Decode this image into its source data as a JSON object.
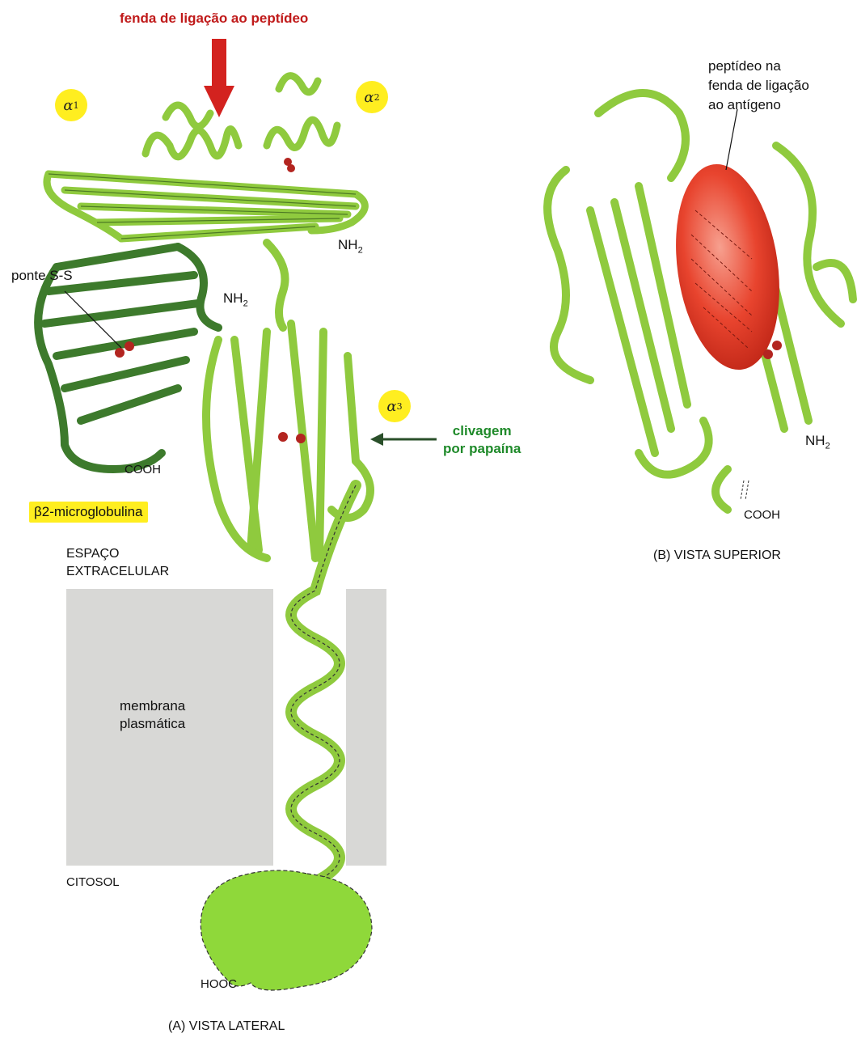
{
  "title_arrow": "fenda de ligação ao peptídeo",
  "domains": {
    "a1": {
      "base": "α",
      "sub": "1"
    },
    "a2": {
      "base": "α",
      "sub": "2"
    },
    "a3": {
      "base": "α",
      "sub": "3"
    }
  },
  "labels": {
    "nh2_a2": {
      "base": "NH",
      "sub": "2"
    },
    "nh2_b2m": {
      "base": "NH",
      "sub": "2"
    },
    "nh2_top": {
      "base": "NH",
      "sub": "2"
    },
    "ponte": "ponte S-S",
    "cooh_b2m": "COOH",
    "b2m": "β2-microglobulina",
    "cleavage_line1": "clivagem",
    "cleavage_line2": "por papaína",
    "espaco_line1": "ESPAÇO",
    "espaco_line2": "EXTRACELULAR",
    "membrana_line1": "membrana",
    "membrana_line2": "plasmática",
    "citosol": "CITOSOL",
    "hooc": "HOOC",
    "caption_a": "(A) VISTA LATERAL",
    "peptide_line1": "peptídeo na",
    "peptide_line2": "fenda de ligação",
    "peptide_line3": "ao antígeno",
    "cooh_top": "COOH",
    "caption_b": "(B) VISTA SUPERIOR"
  },
  "colors": {
    "ribbon_light": "#8fca3e",
    "ribbon_dark": "#3d7a2c",
    "membrane": "#d8d8d6",
    "arrow_red": "#d3221f",
    "peptide_red": "#e8442e",
    "highlight": "#ffee20",
    "cleavage_green": "#1f8a2a"
  }
}
